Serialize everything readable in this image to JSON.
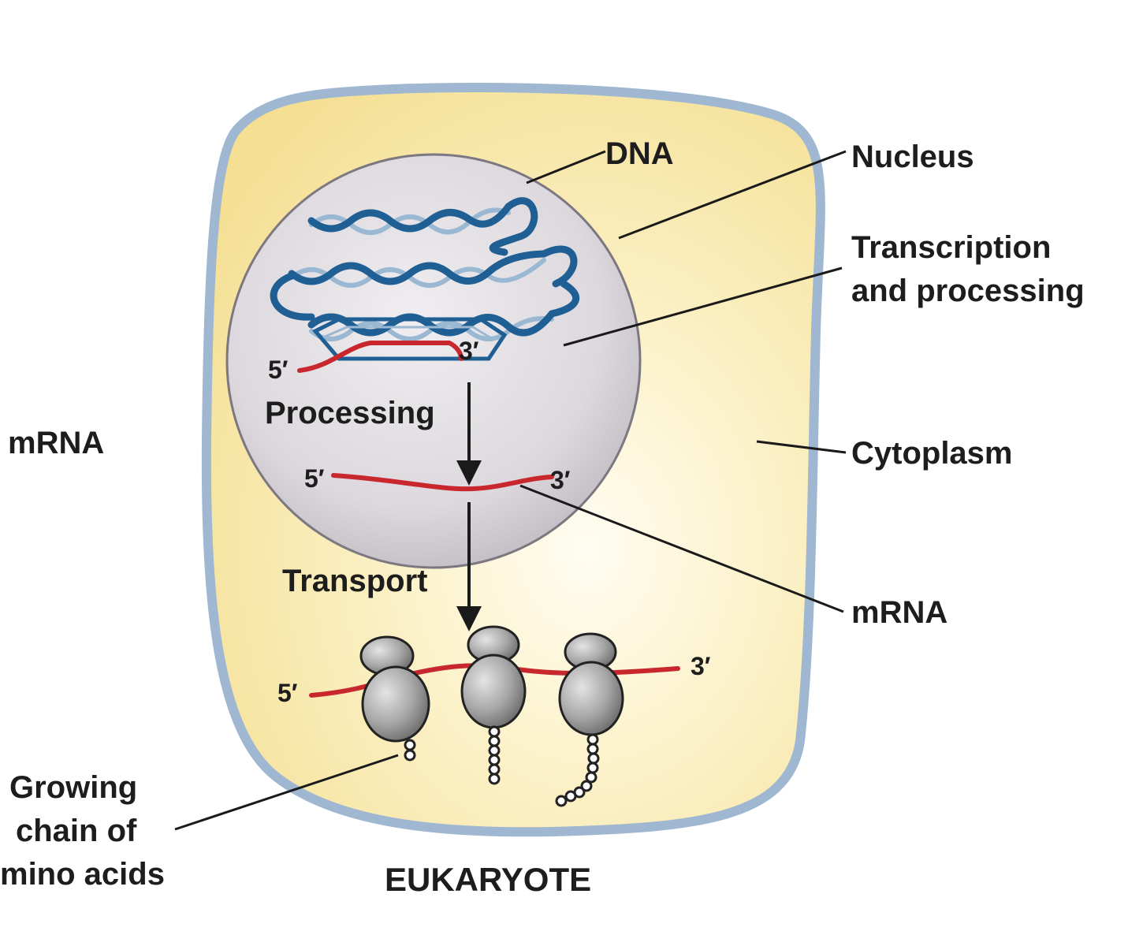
{
  "labels": {
    "dna": "DNA",
    "nucleus": "Nucleus",
    "transcription_line1": "Transcription",
    "transcription_line2": "and processing",
    "cytoplasm": "Cytoplasm",
    "mrna_right": "mRNA",
    "mrna_left": "mRNA",
    "processing": "Processing",
    "transport": "Transport",
    "growing_line1": "Growing",
    "growing_line2": "chain of",
    "growing_line3": "mino acids",
    "title": "EUKARYOTE",
    "five_prime_dna": "5′",
    "three_prime_dna": "3′",
    "five_prime_mrna": "5′",
    "three_prime_mrna": "3′",
    "five_prime_ribo": "5′",
    "three_prime_ribo": "3′"
  },
  "colors": {
    "cell_fill": "#f7e7a4",
    "cell_border": "#9fb7d1",
    "nucleus_fill": "#d9d5da",
    "dna_strand": "#1f5f94",
    "rna_strand": "#c8282d",
    "ribosome": "#9a9a9a"
  }
}
